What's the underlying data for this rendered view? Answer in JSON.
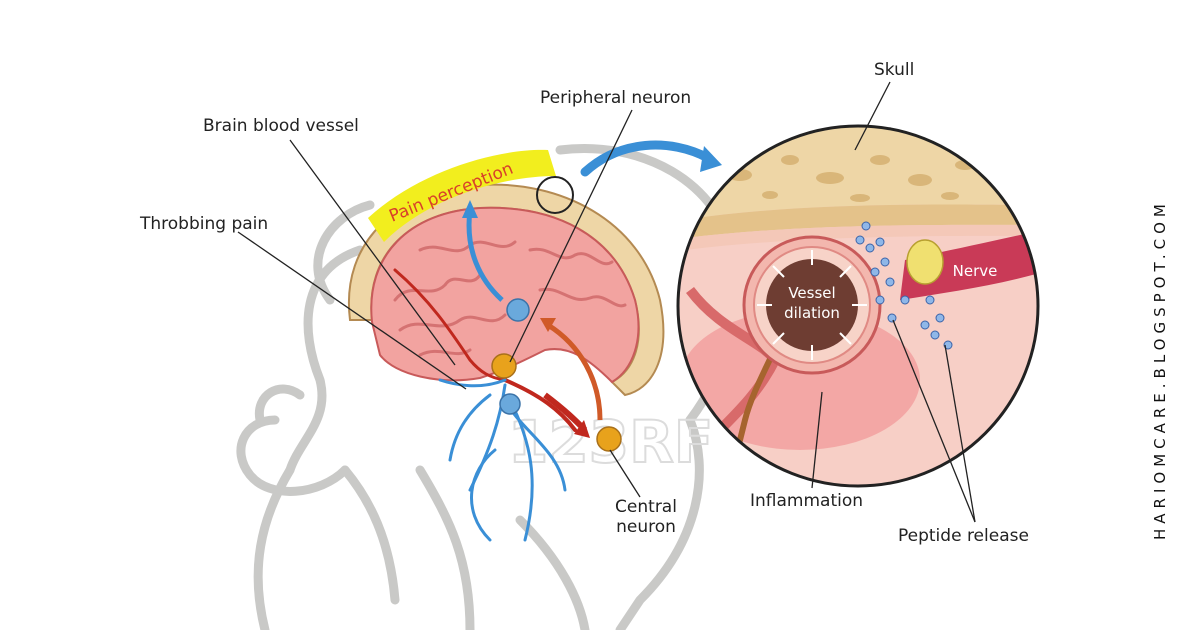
{
  "labels": {
    "skull": "Skull",
    "peripheral_neuron": "Peripheral neuron",
    "brain_blood_vessel": "Brain blood vessel",
    "throbbing_pain": "Throbbing pain",
    "pain_perception": "Pain perception",
    "vessel_dilation_line1": "Vessel",
    "vessel_dilation_line2": "dilation",
    "nerve": "Nerve",
    "central_neuron_line1": "Central",
    "central_neuron_line2": "neuron",
    "inflammation": "Inflammation",
    "peptide_release": "Peptide release"
  },
  "watermark": "123RF",
  "side_text": "HARIOMCARE.BLOGSPOT.COM",
  "colors": {
    "pain_band": "#f2ee1e",
    "pain_text": "#d8402a",
    "blue_arrow": "#3a8fd6",
    "red_vessel": "#c0281e",
    "brain_pink": "#f2a3a0",
    "skull_tan": "#eed6a6",
    "neuron_orange": "#e8a21c",
    "neuron_blue": "#6aa9dc"
  }
}
